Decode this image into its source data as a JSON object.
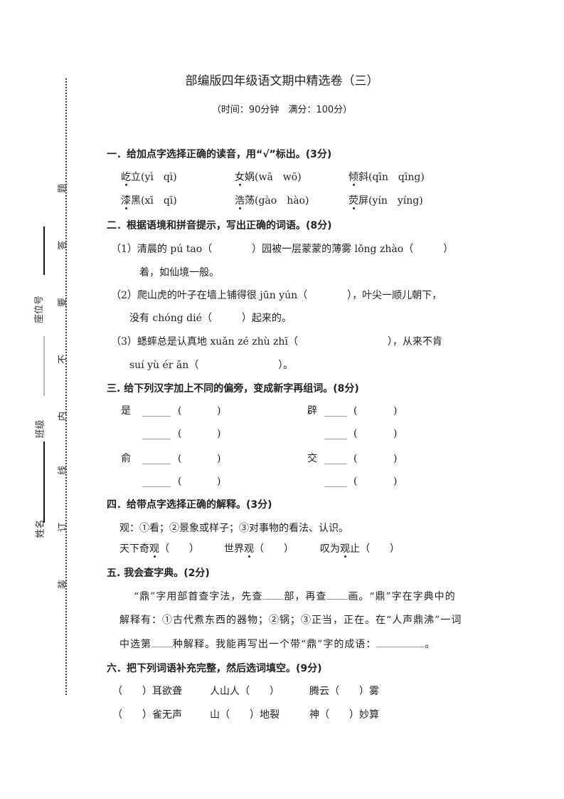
{
  "title": "部编版四年级语文期中精选卷（三）",
  "subtitle": "（时间：90分钟　满分：100分）",
  "margin": {
    "labels": [
      "座位号",
      "班级",
      "姓名"
    ],
    "binding_chars": [
      "题",
      "答",
      "要",
      "不",
      "内",
      "线",
      "订",
      "装"
    ]
  },
  "s1": {
    "heading": "一．给加点字选择正确的读音，用“√”标出。(3分)",
    "items": [
      {
        "dot": "屹",
        "rest": "立",
        "pinyin": "(yì　qì)"
      },
      {
        "dot": "女",
        "rest": "娲",
        "pinyin": "(wā　wō)"
      },
      {
        "dot": "倾",
        "rest": "斜",
        "pinyin": "(qīn　qīng)"
      },
      {
        "dot": "漆",
        "rest": "黑",
        "pinyin": "(xī　qī)"
      },
      {
        "dot": "浩",
        "rest": "荡",
        "pinyin": "(gào　hào)"
      },
      {
        "dot": "荧",
        "rest": "屏",
        "pinyin": "(yín　yíng)"
      }
    ]
  },
  "s2": {
    "heading": "二．根据语境和拼音提示，写出正确的词语。(8分)",
    "lines": [
      "（1）清晨的 pú tao（　　　　）园被一层蒙蒙的薄雾 lǒng zhào（　　　）",
      "着，如仙境一般。",
      "（2）爬山虎的叶子在墙上铺得很 jūn yún（　　　　），叶尖一顺儿朝下，",
      "没有 chóng dié（　　　）起来的。",
      "（3）蟋蟀总是认真地 xuǎn zé zhù zhī（　　　　　　　　　），从来不肯",
      "suí yù ér ān（　　　　　　　　）。"
    ]
  },
  "s3": {
    "heading": "三. 给下列汉字加上不同的偏旁，变成新字再组词。(8分)",
    "chars": [
      "是",
      "辟",
      "俞",
      "交"
    ],
    "paren_open": "(",
    "paren_close": ")"
  },
  "s4": {
    "heading": "四．给带点字选择正确的解释。(3分)",
    "definition": "观：①看；②景象或样子；③对事物的看法、认识。",
    "items": [
      {
        "pre": "天下奇",
        "dot": "观",
        "post": "（　　）"
      },
      {
        "pre": "世界",
        "dot": "观",
        "post": "（　　）"
      },
      {
        "pre": "叹为",
        "dot": "观",
        "post": "止（　　）"
      }
    ]
  },
  "s5": {
    "heading": "五. 我会查字典。(2分)",
    "l1a": "“鼎”字用部首查字法，先查",
    "l1b": "部，再查",
    "l1c": "画。“鼎”字在字典中的",
    "l2": "解释有：①古代煮东西的器物；②锅；③正当，正在。在“人声鼎沸”一词",
    "l3a": "中选第",
    "l3b": "种解释。我能再写出一个带“鼎”字的成语：",
    "l3c": "。"
  },
  "s6": {
    "heading": "六．把下列词语补充完整，然后选词填空。(9分)",
    "items": [
      "（　　）耳欲聋",
      "人山人（　　）",
      "腾云（　　）雾",
      "（　　）雀无声",
      "山（　　）地裂",
      "神（　　）妙算"
    ]
  }
}
